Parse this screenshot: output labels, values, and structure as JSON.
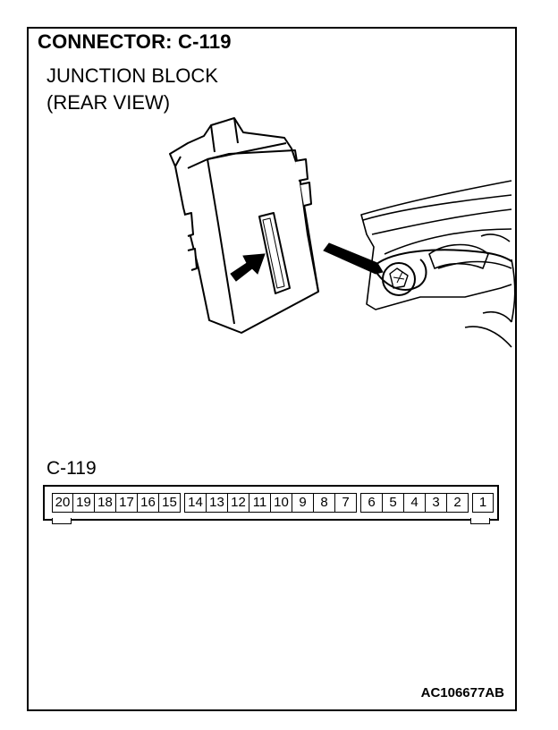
{
  "header": {
    "title": "CONNECTOR: C-119",
    "subtitle_line1": "JUNCTION BLOCK",
    "subtitle_line2": "(REAR VIEW)"
  },
  "connector": {
    "label": "C-119",
    "pins": [
      "20",
      "19",
      "18",
      "17",
      "16",
      "15",
      "14",
      "13",
      "12",
      "11",
      "10",
      "9",
      "8",
      "7",
      "6",
      "5",
      "4",
      "3",
      "2",
      "1"
    ]
  },
  "footer": {
    "code": "AC106677AB"
  }
}
